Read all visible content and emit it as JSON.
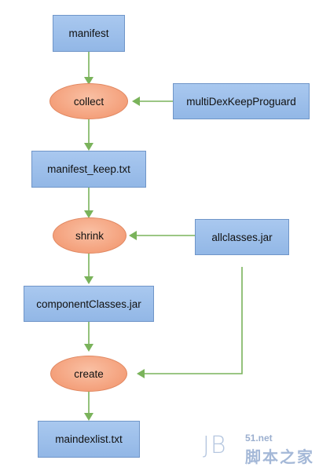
{
  "nodes": {
    "manifest": "manifest",
    "collect": "collect",
    "multidex_keep_proguard": "multiDexKeepProguard",
    "manifest_keep": "manifest_keep.txt",
    "shrink": "shrink",
    "allclasses": "allclasses.jar",
    "component_classes": "componentClasses.jar",
    "create": "create",
    "maindexlist": "maindexlist.txt"
  },
  "watermark": {
    "logo": "JB",
    "domain": "51.net",
    "site_name": "脚本之家"
  },
  "colors": {
    "box_fill": "#9dbfeb",
    "box_border": "#6f95c8",
    "oval_fill": "#f4a07b",
    "arrow": "#7ab35b"
  }
}
